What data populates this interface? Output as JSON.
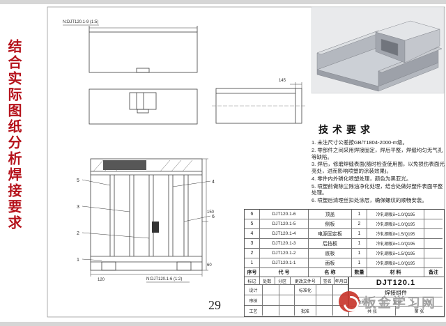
{
  "page": {
    "number": "29"
  },
  "side_note": {
    "text": "结合实际图纸分析焊接要求"
  },
  "tech": {
    "title": "技术要求",
    "items": [
      "1. 未注尺寸公差按GB/T1804-2000-m级。",
      "2. 零部件之间采用焊接固定，焊后平整，焊缝均匀无气孔等缺陷。",
      "3. 焊后，修磨焊缝表面(随时检查使用图，以免损伤表面光亮处，进而影响喷塑的涂装效果)。",
      "4. 零件内外磷化喷塑处理，颜色为黑亚光。",
      "5. 喷塑前做除尘除油净化处理，结合处做好塑件表面平整处理。",
      "6. 喷塑后清理丝扣处涂层，确保螺纹的顺畅安装。"
    ]
  },
  "drawing": {
    "top_view_label": "N:DJT120.1-9 (1:5)",
    "front_view_label": "N:DJT120.1-6 (1:2)",
    "dims": {
      "side_width": "145",
      "front_height_a": "150",
      "front_height_b": "60",
      "front_width": "120"
    },
    "callouts": [
      "5",
      "3",
      "2",
      "1",
      "4",
      "6"
    ]
  },
  "parts_list": {
    "headers": [
      "序号",
      "代  号",
      "名  称",
      "数量",
      "材  料",
      "备注"
    ],
    "rows": [
      {
        "no": "6",
        "code": "DJT120.1-6",
        "name": "顶盖",
        "qty": "1",
        "material": "冷轧钢板δ=1.0/Q195",
        "remark": ""
      },
      {
        "no": "5",
        "code": "DJT120.1-5",
        "name": "侧板",
        "qty": "2",
        "material": "冷轧钢板δ=1.0/Q195",
        "remark": ""
      },
      {
        "no": "4",
        "code": "DJT120.1-4",
        "name": "电源固定板",
        "qty": "1",
        "material": "冷轧钢板δ=1.5/Q195",
        "remark": ""
      },
      {
        "no": "3",
        "code": "DJT120.1-3",
        "name": "后挡板",
        "qty": "1",
        "material": "冷轧钢板δ=1.0/Q195",
        "remark": ""
      },
      {
        "no": "2",
        "code": "DJT120.1-2",
        "name": "底板",
        "qty": "1",
        "material": "冷轧钢板δ=1.5/Q195",
        "remark": ""
      },
      {
        "no": "1",
        "code": "DJT120.1-1",
        "name": "面板",
        "qty": "1",
        "material": "冷轧钢板δ=1.0/Q195",
        "remark": ""
      }
    ]
  },
  "title_block": {
    "labels": {
      "mark": "标记",
      "count": "处数",
      "zone": "分区",
      "change_doc": "更改文件号",
      "sign": "签名",
      "date": "年月日",
      "design": "设计",
      "standard": "标准化",
      "check": "审核",
      "process": "工艺",
      "approve": "批准",
      "stage": "阶段标记",
      "weight": "重量",
      "scale": "比例",
      "sheets": "共 张",
      "page_of": "第 张"
    },
    "code": "DJT120.1",
    "name": "焊接组件"
  },
  "watermark": {
    "text": "板金学习网"
  },
  "colors": {
    "accent_red": "#b5121b",
    "watermark_gray": "#9e9e9e",
    "render_gray": "#b9bdc4"
  }
}
